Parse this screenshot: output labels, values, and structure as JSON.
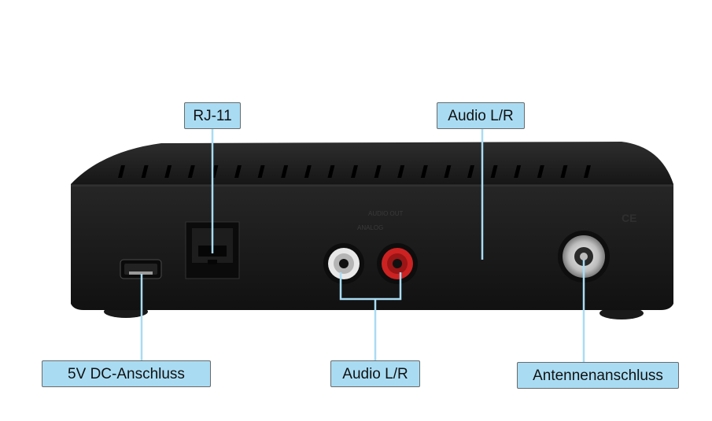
{
  "callouts": {
    "rj11": "RJ-11",
    "audio_top": "Audio L/R",
    "dc": "5V DC-Anschluss",
    "audio_bottom": "Audio L/R",
    "antenna": "Antennenanschluss"
  },
  "device_labels": {
    "audio_out": "AUDIO OUT",
    "analog": "ANALOG",
    "ce": "CE"
  },
  "colors": {
    "callout_fill": "#a9dcf3",
    "leader_line": "#a9dcf3",
    "device_body": "#1c1c1c",
    "rca_right": "#cc2222",
    "rca_left": "#e8e8e8"
  }
}
